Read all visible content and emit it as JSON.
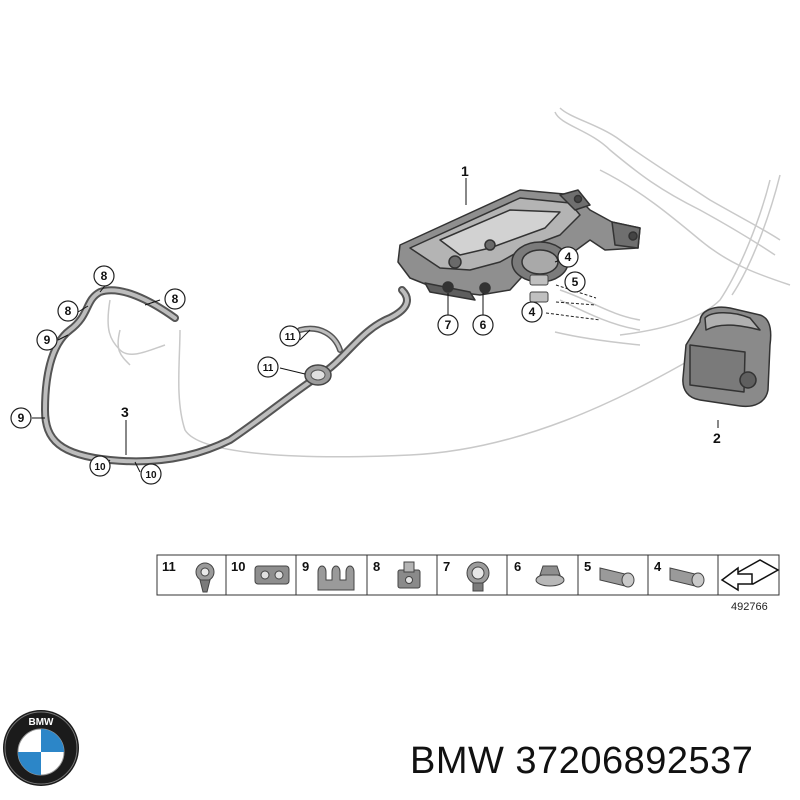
{
  "diagram": {
    "part_labels": {
      "p1": "1",
      "p2": "2",
      "p3": "3"
    },
    "callouts": {
      "c8a": "8",
      "c8b": "8",
      "c8c": "8",
      "c9a": "9",
      "c9b": "9",
      "c10a": "10",
      "c10b": "10",
      "c11a": "11",
      "c11b": "11",
      "c7": "7",
      "c6": "6",
      "c4a": "4",
      "c4b": "4",
      "c5": "5"
    },
    "diagram_number": "492766"
  },
  "parts_strip": {
    "items": [
      {
        "num": "11",
        "icon": "clip-icon"
      },
      {
        "num": "10",
        "icon": "double-clip-icon"
      },
      {
        "num": "9",
        "icon": "triple-clip-icon"
      },
      {
        "num": "8",
        "icon": "holder-icon"
      },
      {
        "num": "7",
        "icon": "grommet-clip-icon"
      },
      {
        "num": "6",
        "icon": "nut-icon"
      },
      {
        "num": "5",
        "icon": "connector-icon"
      },
      {
        "num": "4",
        "icon": "connector-icon"
      },
      {
        "num": "",
        "icon": "arrow-icon"
      }
    ]
  },
  "brand": {
    "logo_icon": "bmw-logo-icon",
    "logo_letters": "BMW",
    "caption": "BMW 37206892537"
  }
}
